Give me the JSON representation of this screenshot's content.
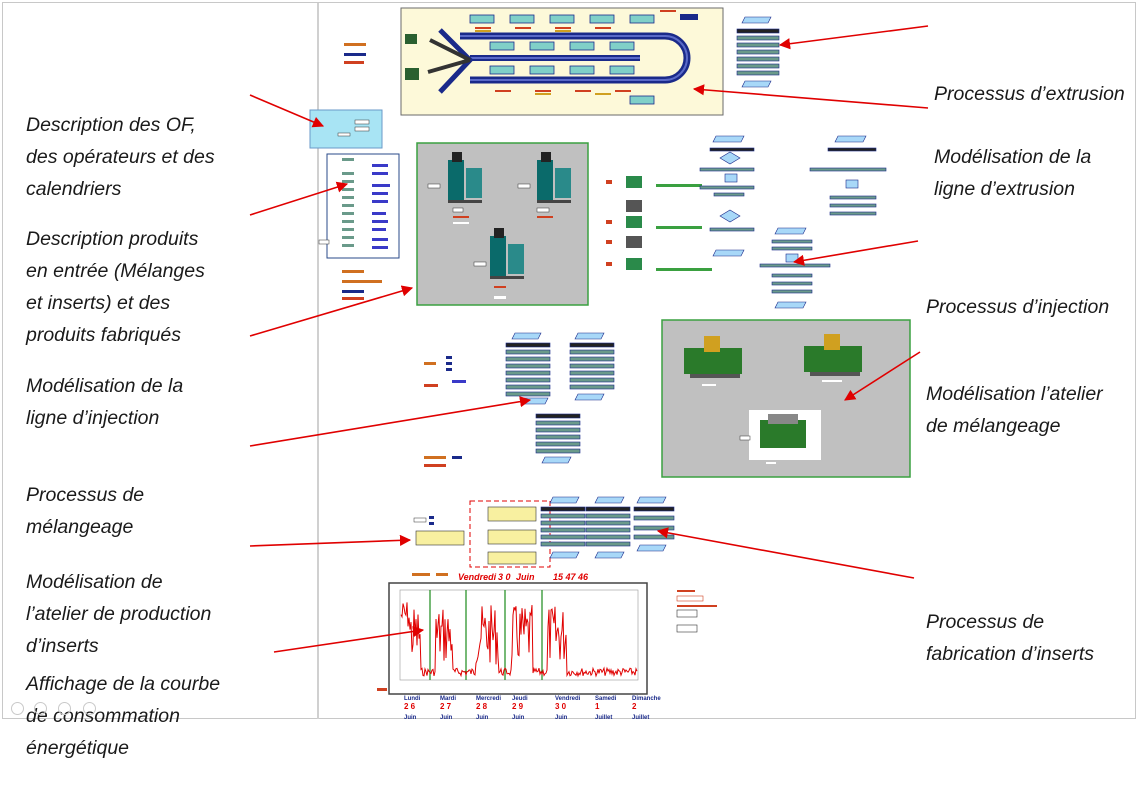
{
  "labels": {
    "extrusion_process": [
      "Processus d’extrusion"
    ],
    "extrusion_line": [
      "Modélisation de la",
      "ligne d’extrusion"
    ],
    "of_description": [
      "Description des OF,",
      "des opérateurs et des",
      "calendriers"
    ],
    "product_description": [
      "Description produits",
      "en entrée (Mélanges",
      "et inserts) et des",
      "produits fabriqués"
    ],
    "injection_line": [
      "Modélisation de la",
      "ligne d’injection"
    ],
    "injection_process": [
      "Processus d’injection"
    ],
    "mixing_workshop": [
      "Modélisation l’atelier",
      "de mélangeage"
    ],
    "mixing_process": [
      "Processus de",
      "mélangeage"
    ],
    "insert_workshop": [
      "Modélisation de",
      "l’atelier de production",
      "d’inserts"
    ],
    "insert_process": [
      "Processus de",
      "fabrication d’inserts"
    ],
    "energy_curve": [
      "Affichage de la courbe",
      "de consommation",
      "énergétique"
    ]
  },
  "energy_header": {
    "day": "Vendredi",
    "date": "3 0",
    "month": "Juin",
    "time": "15 47 46"
  },
  "energy_days": [
    {
      "name": "Lundi",
      "num": "2 6",
      "month": "Juin"
    },
    {
      "name": "Mardi",
      "num": "2 7",
      "month": "Juin"
    },
    {
      "name": "Mercredi",
      "num": "2 8",
      "month": "Juin"
    },
    {
      "name": "Jeudi",
      "num": "2 9",
      "month": "Juin"
    },
    {
      "name": "Vendredi",
      "num": "3 0",
      "month": "Juin"
    },
    {
      "name": "Samedi",
      "num": "1",
      "month": "Juillet"
    },
    {
      "name": "Dimanche",
      "num": "2",
      "month": "Juillet"
    }
  ],
  "colors": {
    "arrow": "#e00000",
    "green_frame": "#3aa040",
    "gray_panel": "#c0c0c0",
    "beige_panel": "#fdf9d9",
    "dark_blue": "#1a2a8a",
    "energy_line": "#e00000"
  }
}
